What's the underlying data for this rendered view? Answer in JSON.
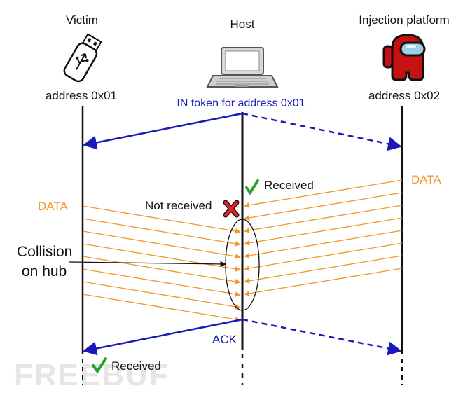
{
  "participants": {
    "victim": {
      "title": "Victim",
      "address": "address 0x01"
    },
    "host": {
      "title": "Host"
    },
    "injector": {
      "title": "Injection platform",
      "address": "address 0x02"
    }
  },
  "messages": {
    "in_token": "IN token for address 0x01",
    "host_received": "Received",
    "injector_data": "DATA",
    "victim_data": "DATA",
    "not_received": "Not received",
    "collision": [
      "Collision",
      "on hub"
    ],
    "ack": "ACK",
    "victim_received": "Received"
  },
  "watermark": "FREEBUF",
  "colors": {
    "blue": "#1a1ab8",
    "orange": "#f0962a",
    "green": "#2aa12a",
    "red": "#e02020",
    "black": "#111111"
  }
}
